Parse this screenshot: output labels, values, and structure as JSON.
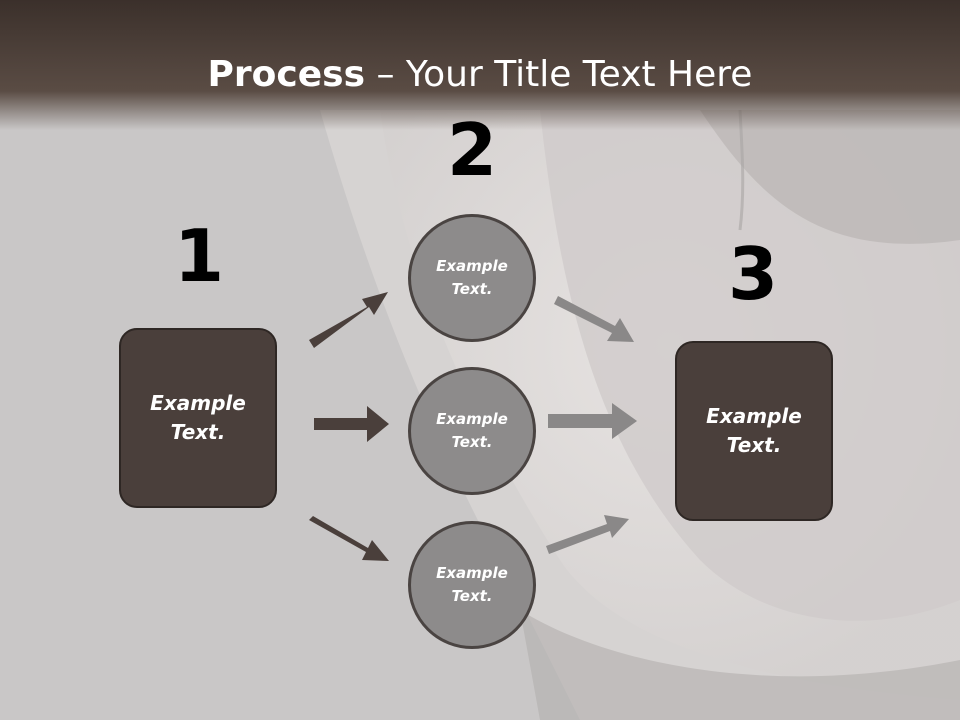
{
  "slide": {
    "title_bold": "Process",
    "title_rest": " – Your Title Text Here"
  },
  "steps": {
    "num1": "1",
    "num2": "2",
    "num3": "3"
  },
  "left_box": {
    "text": "Example Text."
  },
  "circles": [
    {
      "text": "Example Text."
    },
    {
      "text": "Example Text."
    },
    {
      "text": "Example Text."
    }
  ],
  "right_box": {
    "text": "Example Text."
  },
  "colors": {
    "dark_box": "#4a3f3b",
    "circle_fill": "#8d8b8b",
    "left_arrows": "#4a3f3b",
    "right_arrows": "#8a8888"
  }
}
